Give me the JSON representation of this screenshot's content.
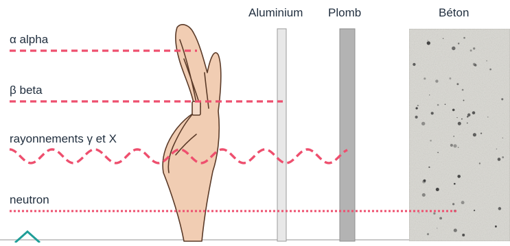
{
  "materials": {
    "aluminium": "Aluminium",
    "lead": "Plomb",
    "concrete": "Béton"
  },
  "radiations": {
    "alpha": "α alpha",
    "beta": "β beta",
    "gamma_x": "rayonnements γ et X",
    "neutron": "neutron"
  },
  "colors": {
    "ray": "#ee4f6e",
    "text": "#1f2d3d",
    "skin": "#f1cdb3",
    "skin_outline": "#5a3a28",
    "aluminium": "#e4e4e4",
    "lead": "#b3b3b3",
    "concrete": "#d9d8d2",
    "accent": "#1f9e98"
  },
  "icons": {
    "hand": "hand-icon",
    "corner_logo": "logo-icon"
  }
}
